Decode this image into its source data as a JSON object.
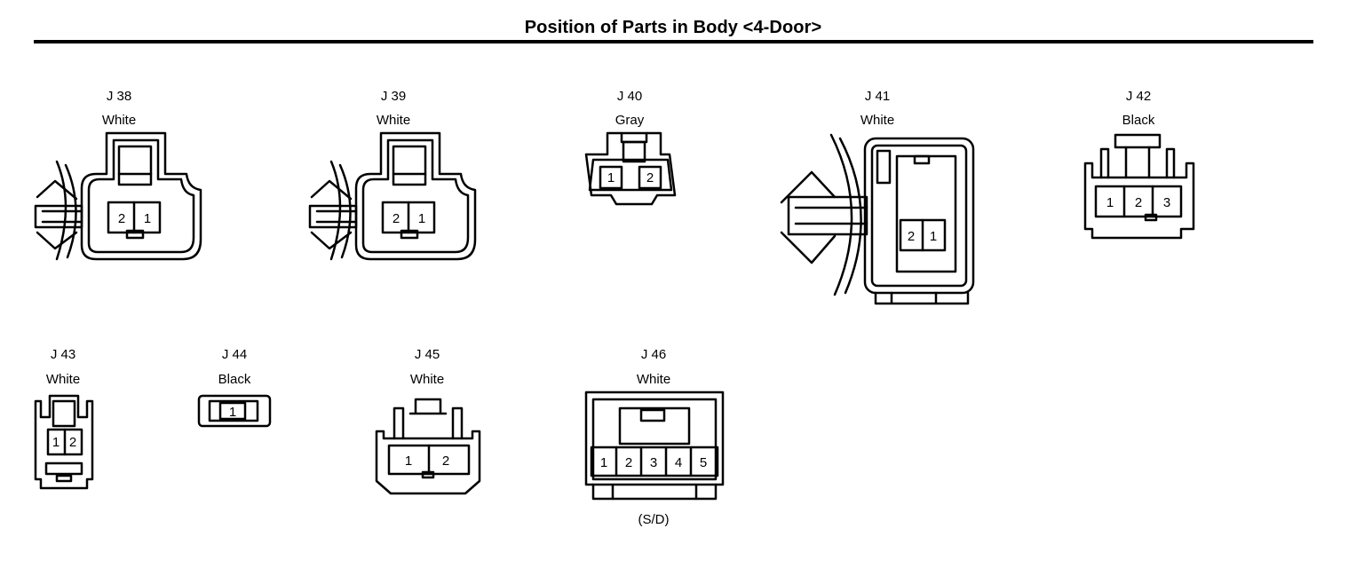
{
  "title": "Position of Parts in Body <4-Door>",
  "connectors": [
    {
      "id": "J 38",
      "color": "White",
      "pins": [
        "2",
        "1"
      ]
    },
    {
      "id": "J 39",
      "color": "White",
      "pins": [
        "2",
        "1"
      ]
    },
    {
      "id": "J 40",
      "color": "Gray",
      "pins": [
        "1",
        "2"
      ]
    },
    {
      "id": "J 41",
      "color": "White",
      "pins": [
        "2",
        "1"
      ]
    },
    {
      "id": "J 42",
      "color": "Black",
      "pins": [
        "1",
        "2",
        "3"
      ]
    },
    {
      "id": "J 43",
      "color": "White",
      "pins": [
        "1",
        "2"
      ]
    },
    {
      "id": "J 44",
      "color": "Black",
      "pins": [
        "1"
      ]
    },
    {
      "id": "J 45",
      "color": "White",
      "pins": [
        "1",
        "2"
      ]
    },
    {
      "id": "J 46",
      "color": "White",
      "pins": [
        "1",
        "2",
        "3",
        "4",
        "5"
      ],
      "note": "(S/D)"
    }
  ]
}
